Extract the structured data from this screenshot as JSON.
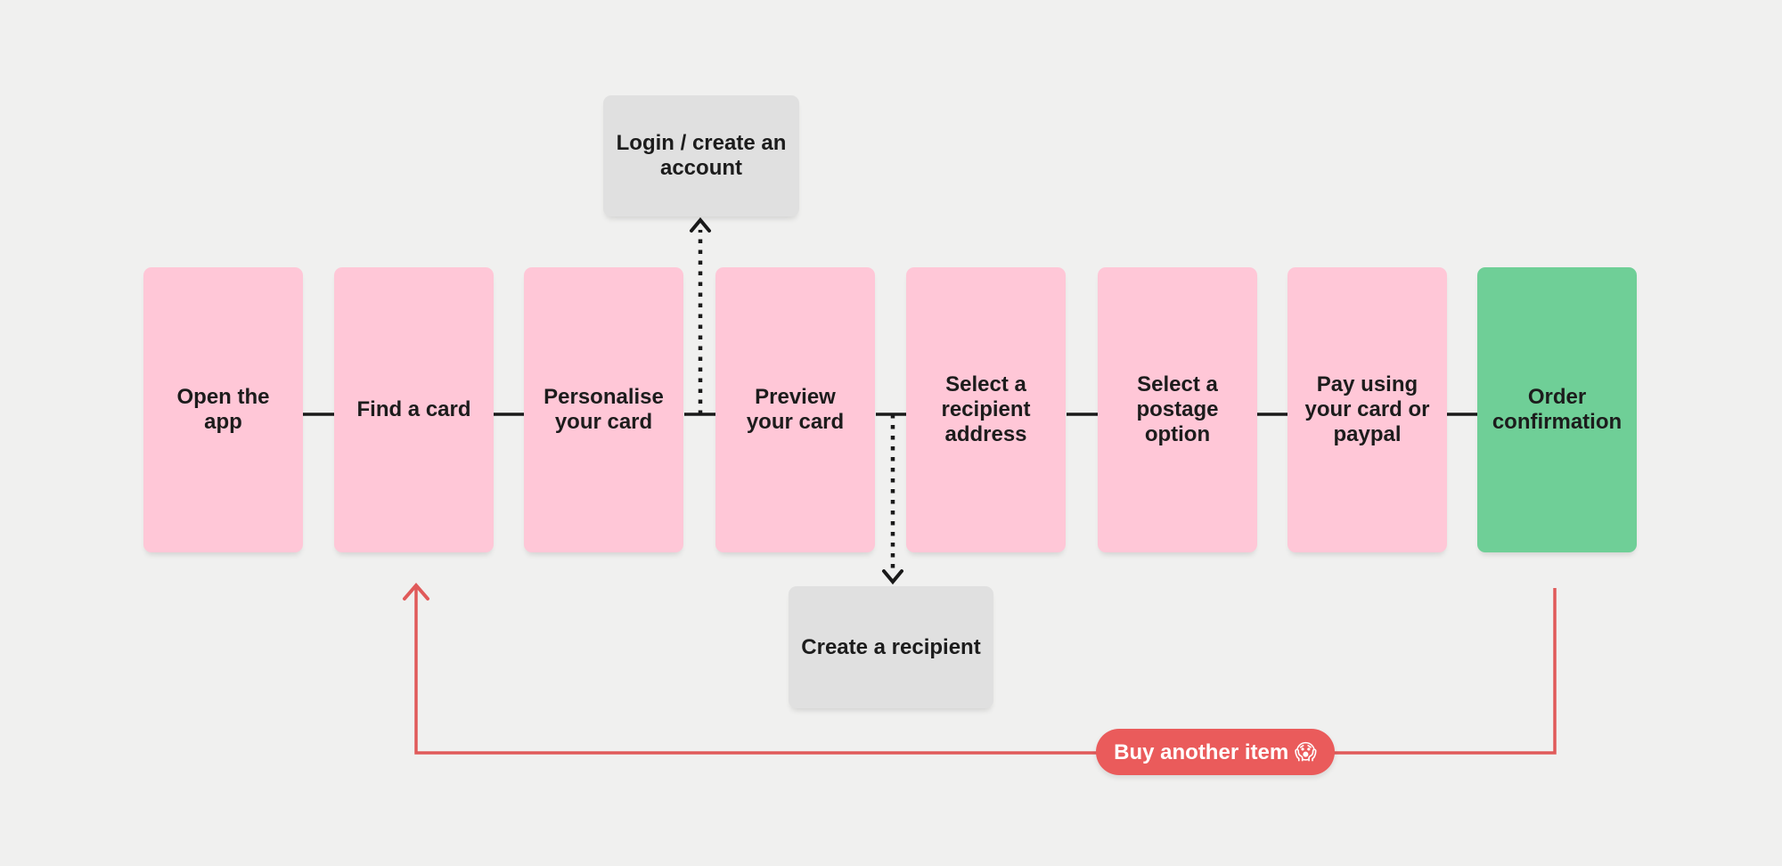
{
  "flow": {
    "steps": [
      {
        "label": "Open the\napp",
        "type": "step"
      },
      {
        "label": "Find a card",
        "type": "step"
      },
      {
        "label": "Personalise\nyour card",
        "type": "step"
      },
      {
        "label": "Preview\nyour card",
        "type": "step"
      },
      {
        "label": "Select a\nrecipient\naddress",
        "type": "step"
      },
      {
        "label": "Select a\npostage\noption",
        "type": "step"
      },
      {
        "label": "Pay using\nyour card or\npaypal",
        "type": "step"
      },
      {
        "label": "Order\nconfirmation",
        "type": "end"
      }
    ],
    "branches": {
      "login": {
        "label": "Login / create an\naccount",
        "position": "top",
        "connects_between": [
          "Personalise your card",
          "Preview your card"
        ]
      },
      "create_recipient": {
        "label": "Create a recipient",
        "position": "bottom",
        "connects_between": [
          "Preview your card",
          "Select a recipient address"
        ]
      }
    },
    "loop": {
      "button_label": "Buy another item 😱",
      "emoji_icon": "face-screaming-in-fear",
      "from": "Order confirmation",
      "to": "Find a card"
    }
  },
  "colors": {
    "background": "#f0f0ef",
    "step_fill": "#ffc7d7",
    "end_fill": "#6fcf97",
    "branch_fill": "#e0e0e0",
    "loop_red": "#e05a5a",
    "button_red": "#ea5b5b",
    "connector_black": "#1a1a1a",
    "text": "#1c1c1c",
    "button_text": "#ffffff"
  }
}
